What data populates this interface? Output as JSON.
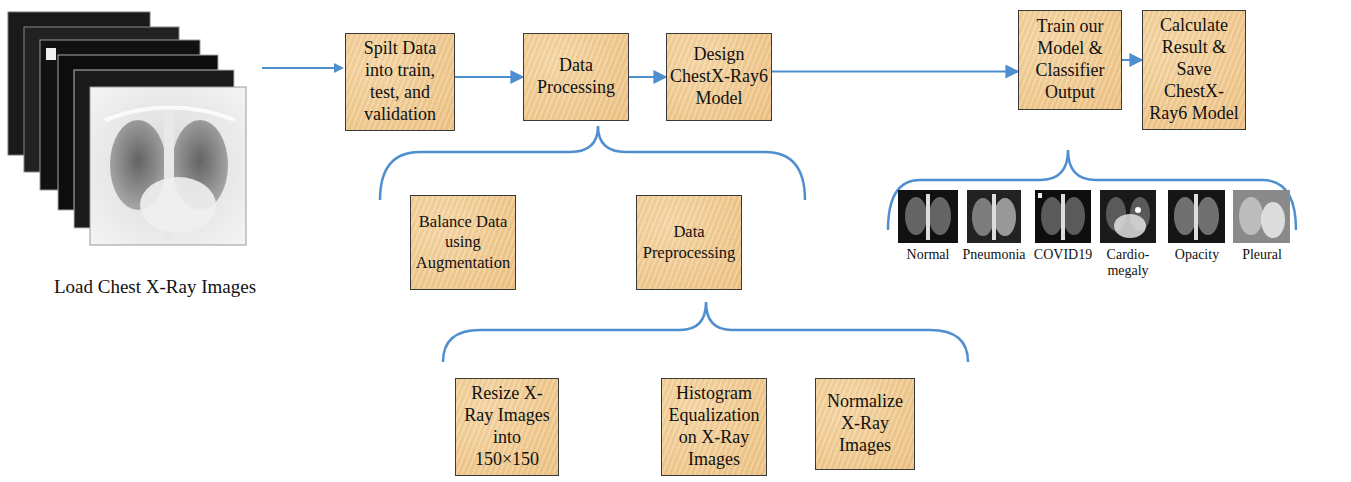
{
  "diagram": {
    "nodes": [
      {
        "text": [
          "Spilt Data into train, test, and validation"
        ]
      },
      {
        "text": [
          "Data Processing"
        ]
      },
      {
        "text": [
          "Design ChestX-Ray6 Model"
        ]
      },
      {
        "text": [
          "Train our Model & Classifier Output"
        ]
      },
      {
        "text": [
          "Calculate Result & Save ChestX-Ray6 Model"
        ]
      },
      {
        "text": [
          "Balance Data using Augmentation"
        ]
      },
      {
        "text": [
          "Data Preprocessing"
        ]
      },
      {
        "text": [
          "Resize X-Ray Images into 150×150"
        ]
      },
      {
        "text": [
          "Histogram Equalization on X-Ray Images"
        ]
      },
      {
        "text": [
          "Normalize X-Ray Images"
        ]
      }
    ],
    "edges": [
      {
        "from": 0,
        "to": 1,
        "arrow": "to"
      },
      {
        "from": 1,
        "to": 2,
        "arrow": "to"
      },
      {
        "from": 2,
        "to": 3,
        "arrow": "to"
      },
      {
        "from": 3,
        "to": 4,
        "arrow": "to"
      }
    ],
    "labels": [
      "Load Chest X-Ray Images",
      "Normal",
      "Pneumonia",
      "COVID19",
      "Cardio- megaly",
      "Opacity",
      "Pleural"
    ]
  }
}
